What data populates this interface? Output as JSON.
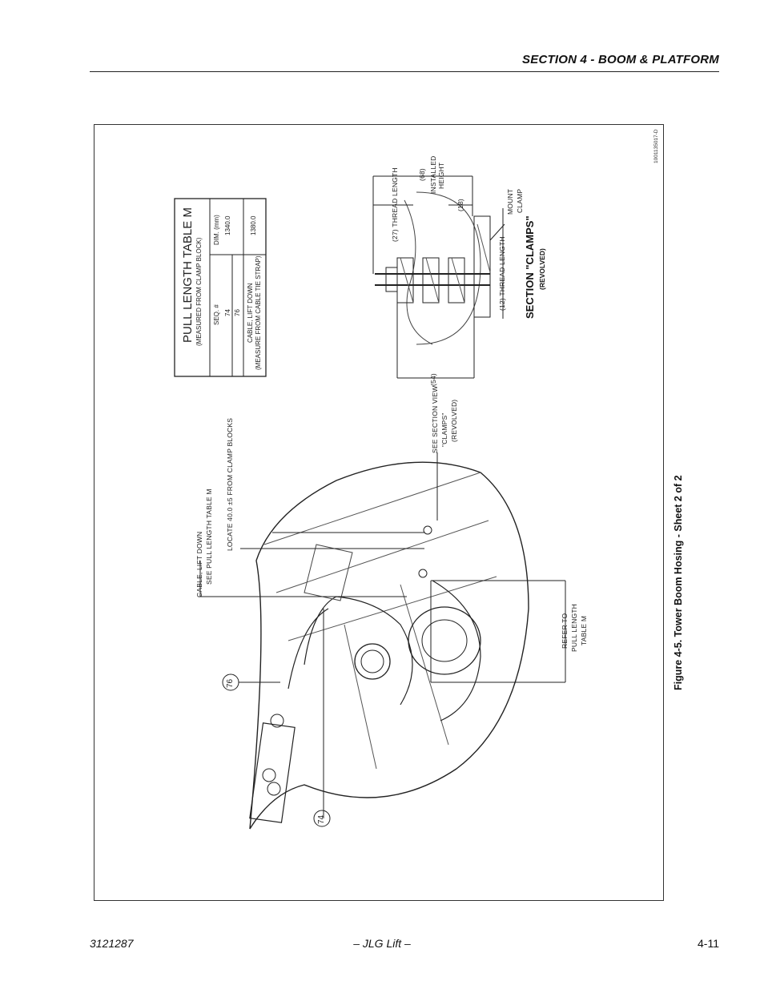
{
  "header": {
    "section_title": "SECTION 4 - BOOM & PLATFORM"
  },
  "footer": {
    "doc_number": "3121287",
    "center": "– JLG Lift –",
    "page": "4-11"
  },
  "figure": {
    "caption": "Figure 4-5.  Tower Boom Hosing - Sheet 2 of 2",
    "drawing_id": "1001135017-D",
    "callouts": {
      "item_74": "74",
      "item_76": "76"
    },
    "labels": {
      "cable_lift_down_1": "CABLE, LIFT DOWN",
      "cable_lift_down_2": "SEE PULL LENGTH TABLE M",
      "locate": "LOCATE 40.0 ±5 FROM CLAMP BLOCKS",
      "see_section_1": "SEE SECTION VIEW",
      "see_section_2": "\"CLAMPS\"",
      "see_section_3": "(REVOLVED)",
      "refer_1": "REFER TO",
      "refer_2": "PULL LENGTH",
      "refer_3": "TABLE M"
    },
    "pull_table": {
      "title": "PULL LENGTH TABLE M",
      "subtitle": "(MEASURED FROM CLAMP BLOCK)",
      "col_seq": "SEQ. #",
      "col_dim": "DIM. (mm)",
      "rows": [
        {
          "seq": "74",
          "dim": "1340.0"
        },
        {
          "seq": "76",
          "dim": "1380.0"
        }
      ],
      "note_1": "CABLE, LIFT DOWN",
      "note_2": "(MEASURE FROM CABLE TIE STRAP)"
    },
    "section_view": {
      "title": "SECTION \"CLAMPS\"",
      "subtitle": "(REVOLVED)",
      "dim_68": "(68)",
      "installed_1": "INSTALLED",
      "installed_2": "HEIGHT",
      "thread_27": "(27) THREAD LENGTH",
      "dim_18": "(18)",
      "mount_1": "MOUNT",
      "mount_2": "CLAMP",
      "thread_12": "(12)  THREAD LENGTH",
      "dim_54": "(54)"
    }
  }
}
